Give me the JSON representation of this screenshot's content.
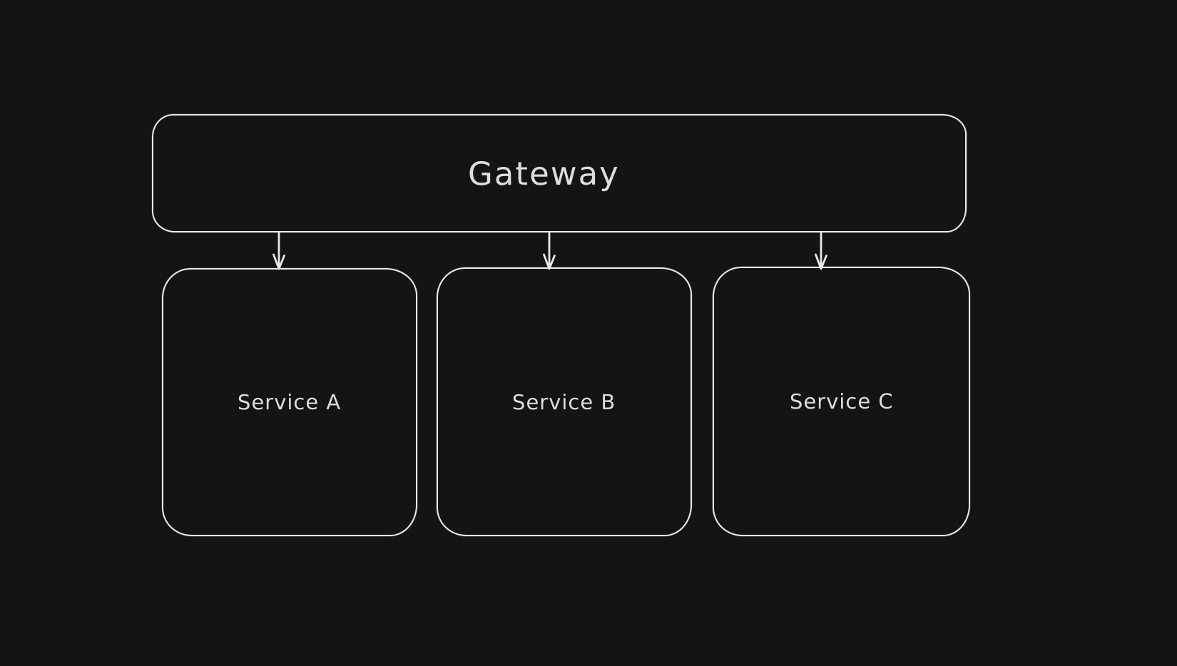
{
  "diagram": {
    "type": "flowchart",
    "colors": {
      "background": "#141414",
      "stroke": "#e9e9e9",
      "text": "#dddddd"
    },
    "nodes": [
      {
        "id": "gateway",
        "label": "Gateway"
      },
      {
        "id": "service-a",
        "label": "Service A"
      },
      {
        "id": "service-b",
        "label": "Service B"
      },
      {
        "id": "service-c",
        "label": "Service C"
      }
    ],
    "edges": [
      {
        "from": "gateway",
        "to": "service-a",
        "type": "arrow",
        "direction": "down"
      },
      {
        "from": "gateway",
        "to": "service-b",
        "type": "arrow",
        "direction": "down"
      },
      {
        "from": "gateway",
        "to": "service-c",
        "type": "arrow",
        "direction": "down"
      }
    ]
  }
}
